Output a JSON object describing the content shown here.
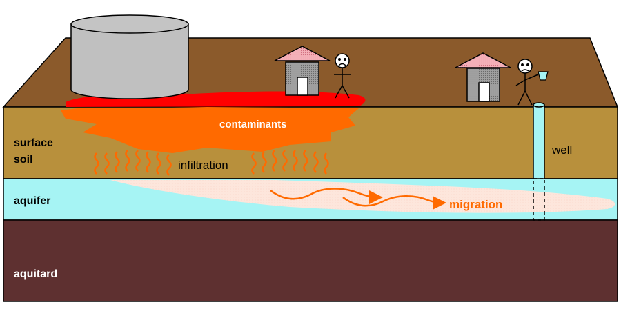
{
  "labels": {
    "contaminants": "contaminants",
    "surface_soil_line1": "surface",
    "surface_soil_line2": "soil",
    "infiltration": "infiltration",
    "well": "well",
    "aquifer": "aquifer",
    "migration": "migration",
    "aquitard": "aquitard"
  },
  "colors": {
    "ground_top": "#8b5a2b",
    "surface_soil": "#b8903c",
    "aquifer": "#a6f4f4",
    "plume": "#fde6dc",
    "aquitard": "#5e3030",
    "contaminant_red": "#ff0000",
    "contaminant_orange": "#ff6a00",
    "tank": "#c0c0c0",
    "house_roof": "#f4b0b8",
    "house_wall": "#a0a0a0",
    "well_pipe": "#a6f4f4"
  },
  "icons": [
    "storage-tank-icon",
    "house-icon",
    "sad-person-icon",
    "water-glass-icon",
    "well-pipe-icon",
    "wavy-arrow-icon"
  ]
}
